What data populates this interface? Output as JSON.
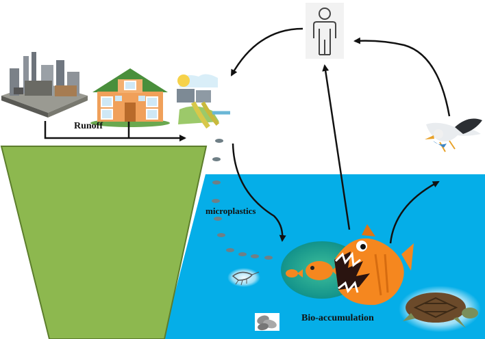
{
  "labels": {
    "runoff": "Runoff",
    "microplastics": "microplastics",
    "bio_accumulation": "Bio-accumulation"
  },
  "icons": [
    "factory-icon",
    "house-icon",
    "wastewater-plant-icon",
    "human-icon",
    "seabird-icon",
    "shrimp-icon",
    "small-fish-icon",
    "medium-fish-icon",
    "large-fish-icon",
    "turtle-icon",
    "mussel-icon",
    "microplastic-particle-icon"
  ],
  "colors": {
    "sea": "#05aee8",
    "land": "#8db84f",
    "arrow": "#111111",
    "particle": "#6f7f86",
    "fish": "#f5871f"
  }
}
